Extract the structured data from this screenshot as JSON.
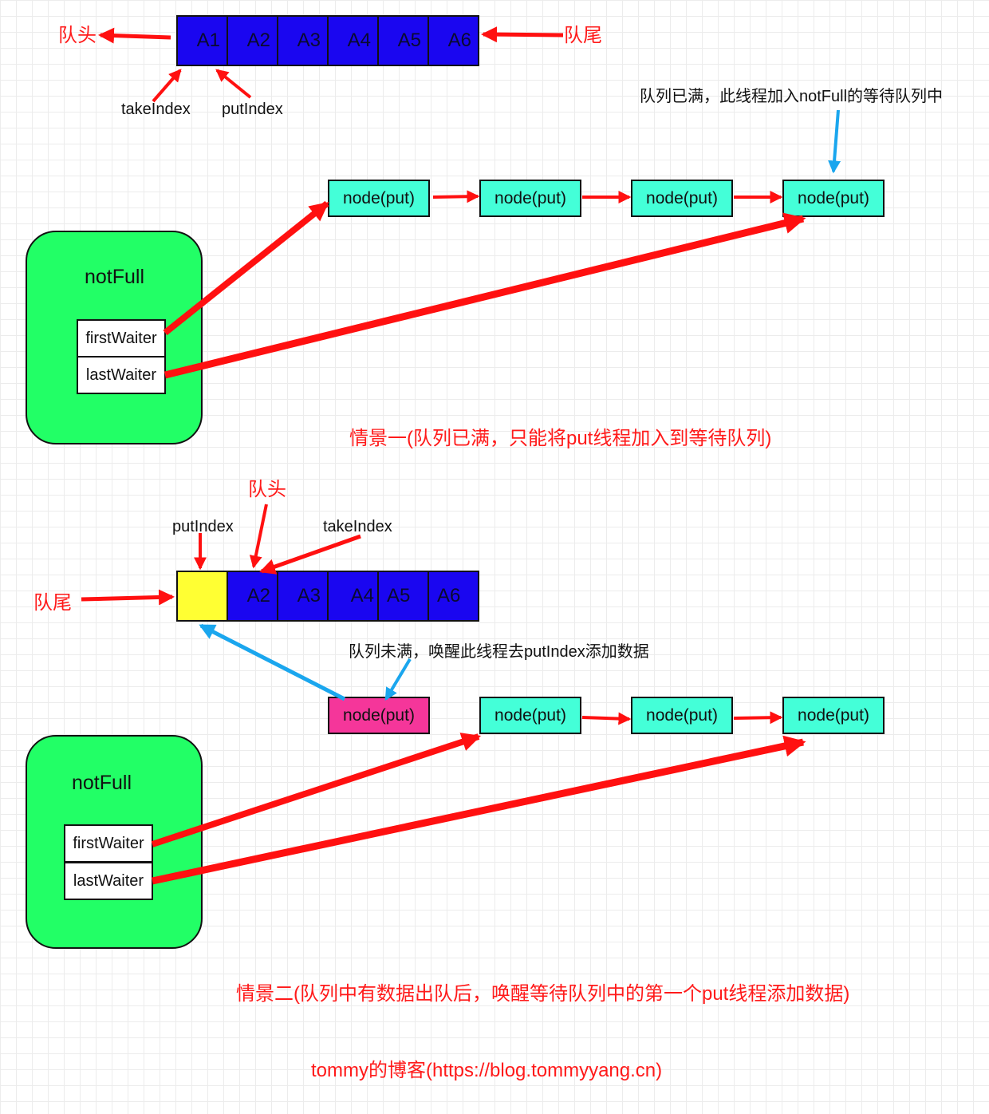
{
  "colors": {
    "queue_cell": "#1a06f0",
    "empty_cell": "#ffff33",
    "node_wait": "#44ffd8",
    "node_wake": "#f5369a",
    "condition": "#22ff66",
    "arrow_red": "#ff1010",
    "arrow_blue": "#1aa6ee"
  },
  "scene1": {
    "queue_head": "队头",
    "queue_tail": "队尾",
    "cells": [
      "A1",
      "A2",
      "A3",
      "A4",
      "A5",
      "A6"
    ],
    "take_index": "takeIndex",
    "put_index": "putIndex",
    "annotation": "队列已满，此线程加入notFull的等待队列中",
    "nodes": [
      "node(put)",
      "node(put)",
      "node(put)",
      "node(put)"
    ],
    "condition": {
      "title": "notFull",
      "first_waiter": "firstWaiter",
      "last_waiter": "lastWaiter"
    },
    "caption": "情景一(队列已满，只能将put线程加入到等待队列)"
  },
  "scene2": {
    "queue_head": "队头",
    "queue_tail": "队尾",
    "put_index": "putIndex",
    "take_index": "takeIndex",
    "cells": [
      "",
      "A2",
      "A3",
      "A4",
      "A5",
      "A6"
    ],
    "annotation": "队列未满，唤醒此线程去putIndex添加数据",
    "nodes": [
      "node(put)",
      "node(put)",
      "node(put)",
      "node(put)"
    ],
    "condition": {
      "title": "notFull",
      "first_waiter": "firstWaiter",
      "last_waiter": "lastWaiter"
    },
    "caption": "情景二(队列中有数据出队后，唤醒等待队列中的第一个put线程添加数据)"
  },
  "footer": "tommy的博客(https://blog.tommyyang.cn)"
}
